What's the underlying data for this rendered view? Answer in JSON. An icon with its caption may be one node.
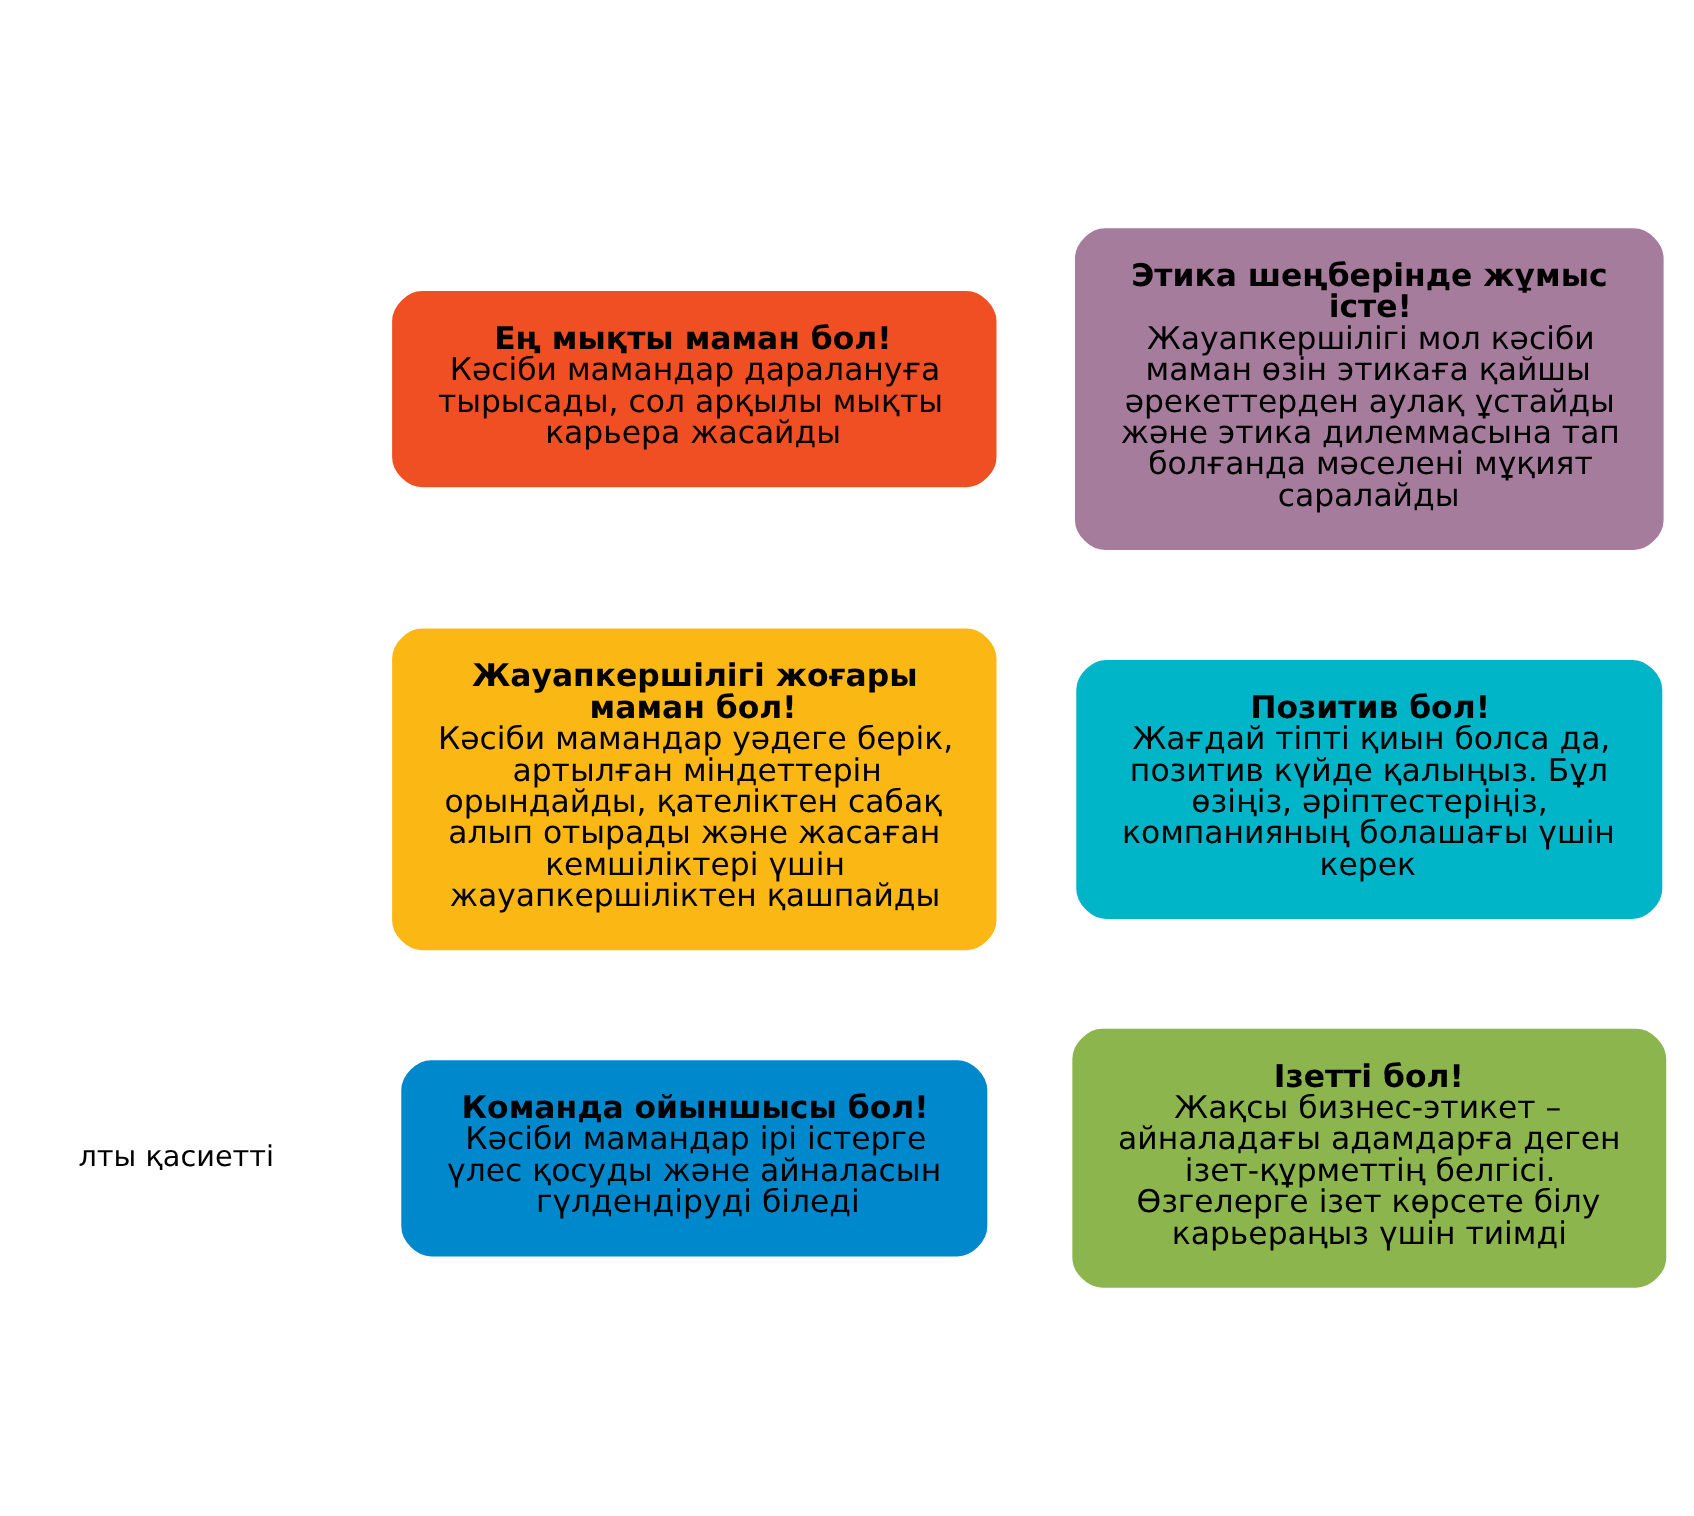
{
  "diagram": {
    "nodes": [
      {
        "text": [
          "Ең мықты маман бол!",
          "Кәсіби мамандар даралануға тырысады, сол арқылы мықты карьера жасайды"
        ]
      },
      {
        "text": [
          "Этика шеңберінде жұмыс істе!",
          "Жауапкершілігі мол кәсіби маман өзін этикаға қайшы әрекеттерден аулақ ұстайды және этика дилеммасына тап болғанда мәселені мұқият саралайды"
        ]
      },
      {
        "text": [
          "Позитив бол!",
          "Жағдай тіпті қиын болса да, позитив күйде қалыңыз. Бұл өзіңіз, әріптестеріңіз, компанияның болашағы үшін керек"
        ]
      },
      {
        "text": [
          "Ізетті бол!",
          "Жақсы бизнес-этикет – айналадағы адамдарға деген ізет-құрметтің белгісі. Өзгелерге ізет көрсете білу карьераңыз үшін тиімді"
        ]
      },
      {
        "text": [
          "Команда ойыншысы бол!",
          "Кәсіби мамандар ірі істерге үлес қосуды және айналасын гүлдендіруді біледі"
        ]
      },
      {
        "text": [
          "Жауапкершілігі жоғары маман бол!",
          "Кәсіби мамандар уәдеге берік, артылған міндеттерін орындайды, қателіктен сабақ алып отырады және жасаған кемшіліктері үшін жауапкершіліктен қашпайды"
        ]
      }
    ],
    "edges": [],
    "labels": [
      "лты қасиетті"
    ]
  }
}
